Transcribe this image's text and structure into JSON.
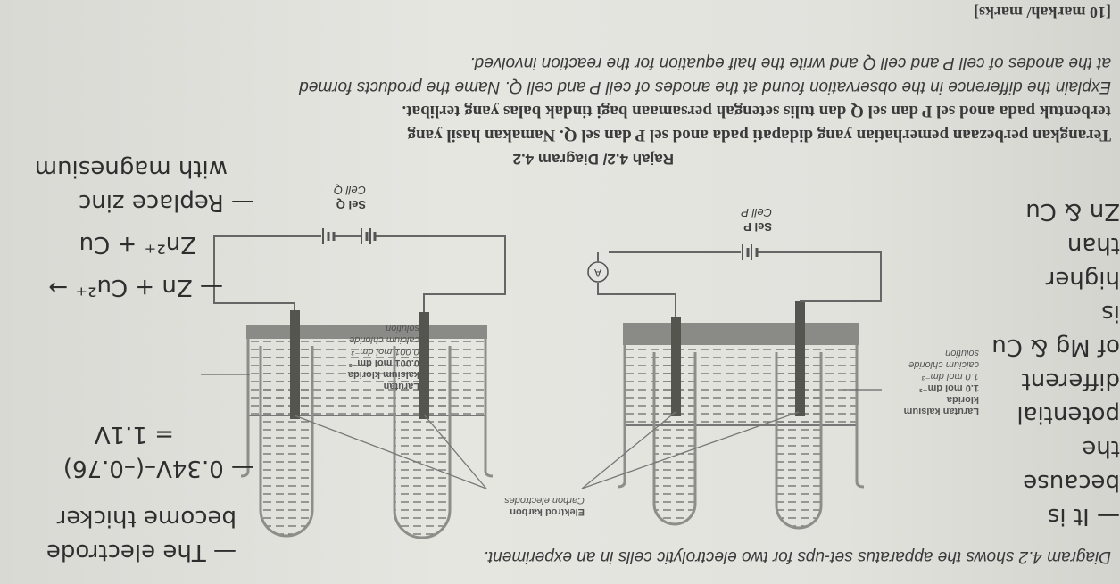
{
  "document": {
    "intro": "Diagram 4.2 shows the apparatus set-ups for two electrolytic cells in an experiment.",
    "diagram": {
      "electrode_label_ms": "Elektrod karbon",
      "electrode_label_en": "Carbon electrodes",
      "cell_p_solution": [
        "Larutan kalsium",
        "klorida",
        "1.0 mol dm⁻³",
        "1.0 mol dm⁻³",
        "calcium chloride",
        "solution"
      ],
      "cell_q_solution": [
        "Larutan",
        "kalsium klorida",
        "0.001 mol dm⁻³",
        "0.001 mol dm⁻³",
        "calcium chloride",
        "solution"
      ],
      "cell_p_ms": "Sel P",
      "cell_p_en": "Cell P",
      "cell_q_ms": "Sel Q",
      "cell_q_en": "Cell Q",
      "ammeter_symbol": "A",
      "caption": "Rajah 4.2/ Diagram 4.2"
    },
    "question": {
      "malay_lines": [
        "Terangkan perbezaan pemerhatian yang didapati pada anod sel P dan sel Q. Namakan hasil yang",
        "terbentuk pada anod sel P dan sel Q dan tulis setengah persamaan bagi tindak balas yang terlibat."
      ],
      "english_lines": [
        "Explain the difference in the observation found at the anodes of cell P and cell Q. Name the products formed",
        "at the anodes of cell P and cell Q and write the half equation for the reaction involved."
      ],
      "marks": "[10 markah/ marks]"
    },
    "handwriting": {
      "note1": [
        "— The electrode",
        "become thicker"
      ],
      "note2": [
        "— 0.34V–(–0.76)",
        "= 1.1V"
      ],
      "note3": [
        "— Zn + Cu²⁺ →",
        "Zn²⁺ + Cu"
      ],
      "note4": [
        "— Replace zinc",
        "with magnesium"
      ],
      "note5": [
        "— It is because the",
        "potential different",
        "of Mg & Cu is",
        "higher",
        "than",
        "Zn & Cu"
      ]
    },
    "colors": {
      "paper": "#e2e2dd",
      "ink": "#3a3a3a",
      "lid": "#8a8a86",
      "electrode": "#555550"
    }
  }
}
